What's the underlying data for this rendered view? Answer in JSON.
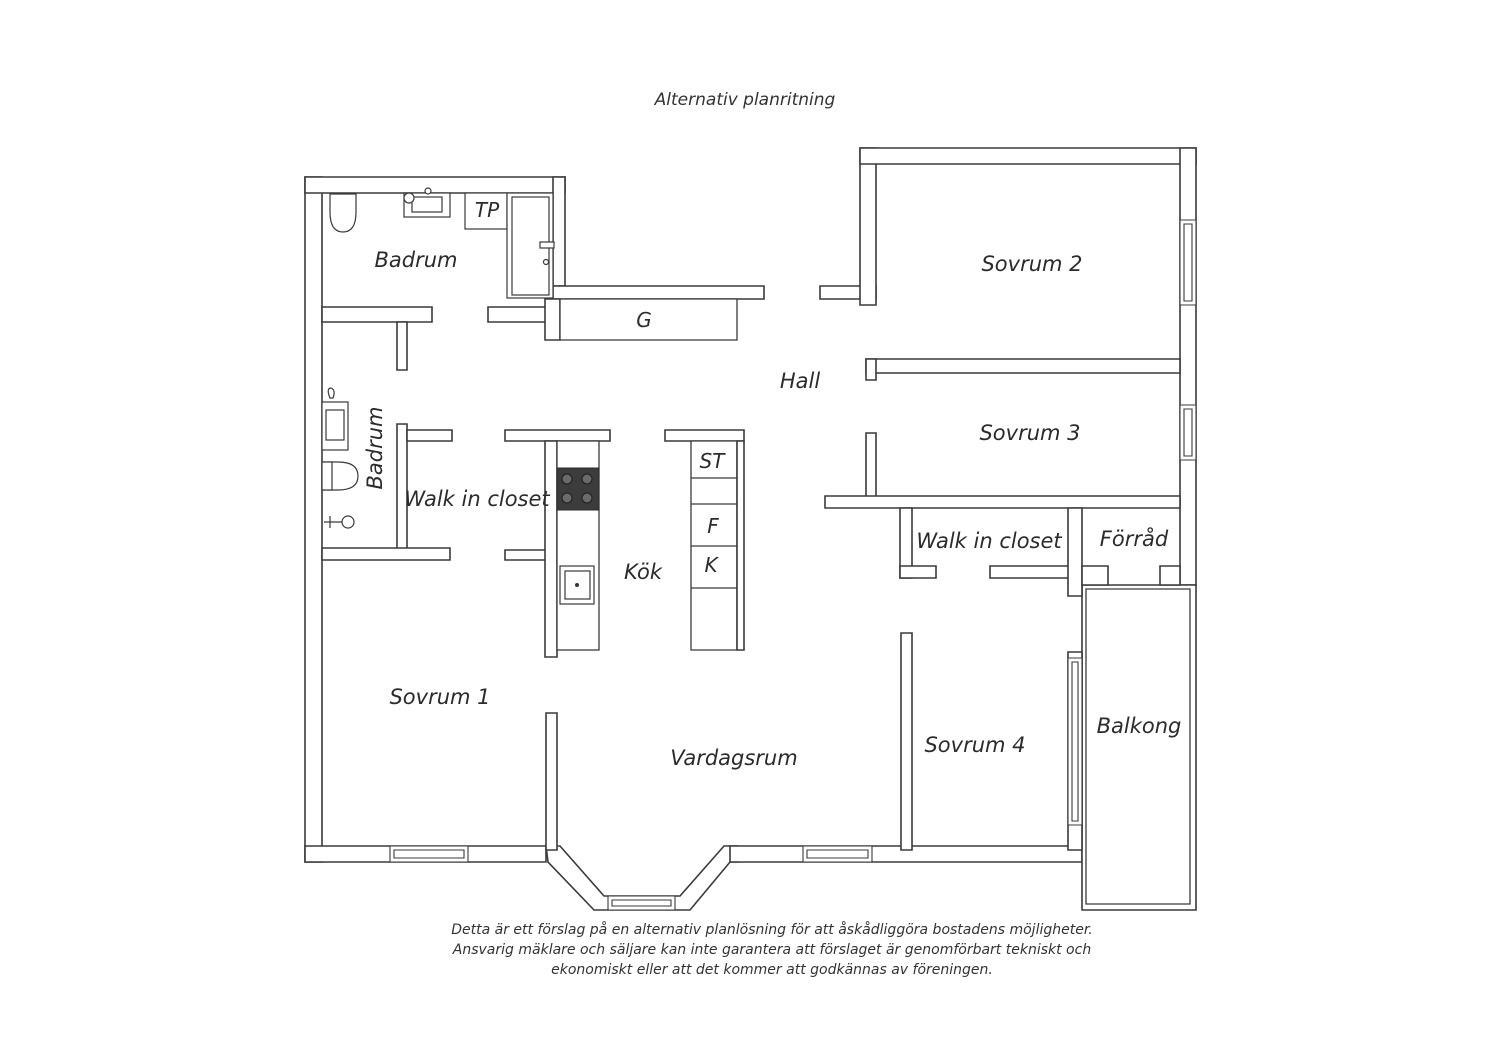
{
  "title": "Alternativ planritning",
  "rooms": {
    "badrum_1": "Badrum",
    "badrum_2": "Badrum",
    "tp": "TP",
    "g": "G",
    "hall": "Hall",
    "sovrum_1": "Sovrum 1",
    "sovrum_2": "Sovrum 2",
    "sovrum_3": "Sovrum 3",
    "sovrum_4": "Sovrum 4",
    "walk_in_closet_1": "Walk in closet",
    "walk_in_closet_2": "Walk in closet",
    "forrad": "Förråd",
    "kok": "Kök",
    "st": "ST",
    "f": "F",
    "k": "K",
    "vardagsrum": "Vardagsrum",
    "balkong": "Balkong"
  },
  "disclaimer": {
    "line1": "Detta är ett förslag på en alternativ planlösning för att åskådliggöra bostadens möjligheter.",
    "line2": "Ansvarig mäklare och säljare kan inte garantera att förslaget är genomförbart tekniskt och",
    "line3": "ekonomiskt eller att det kommer att godkännas av föreningen."
  }
}
